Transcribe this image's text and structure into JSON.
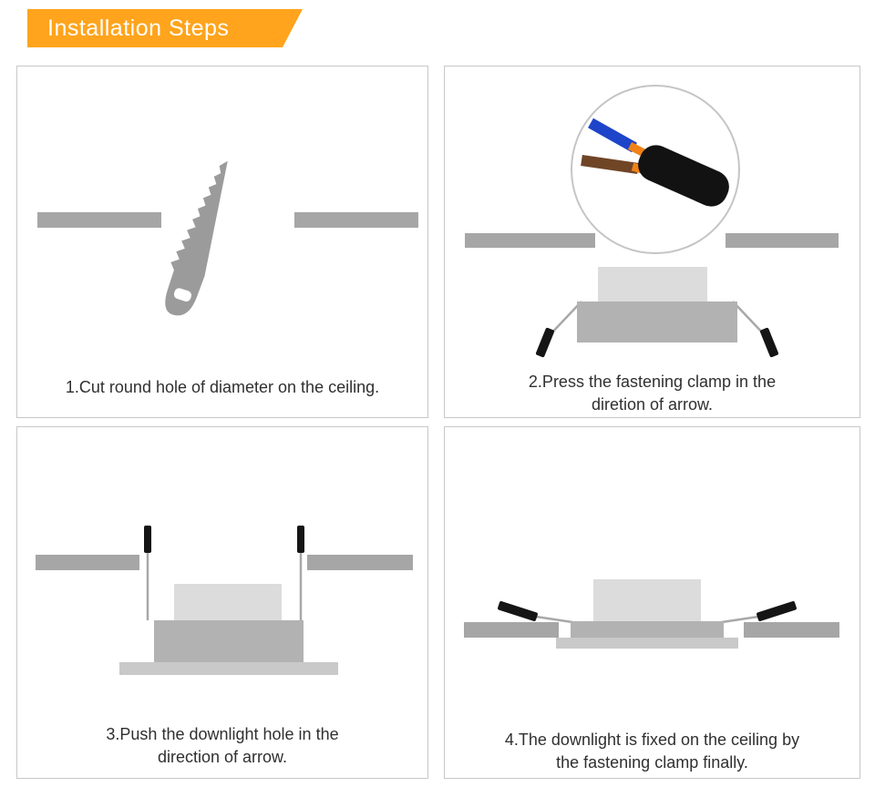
{
  "header": {
    "title": "Installation Steps"
  },
  "colors": {
    "banner": "#FFA41C",
    "banner_text": "#FFFFFF",
    "panel_border": "#C8C8C8",
    "caption_text": "#303030",
    "ceiling": "#A6A6A6",
    "saw": "#9B9B9B",
    "driver_box": "#DCDCDC",
    "fixture_body": "#B2B2B2",
    "fixture_flange": "#C9C9C9",
    "clamp_tip": "#151515",
    "clamp_arm": "#A8A8A8",
    "wire_blue": "#1D44C9",
    "wire_brown": "#6F4526",
    "ferrule_orange": "#F08218",
    "cable_sheath": "#121212",
    "detail_circle_border": "#C5C5C5"
  },
  "steps": [
    {
      "id": 1,
      "caption_lines": [
        "1.Cut round hole of diameter on the ceiling."
      ]
    },
    {
      "id": 2,
      "caption_lines": [
        "2.Press the fastening clamp in the",
        "diretion of arrow."
      ]
    },
    {
      "id": 3,
      "caption_lines": [
        "3.Push the downlight hole in the",
        "direction of arrow."
      ]
    },
    {
      "id": 4,
      "caption_lines": [
        "4.The downlight is fixed on the ceiling by",
        "the fastening clamp finally."
      ]
    }
  ]
}
